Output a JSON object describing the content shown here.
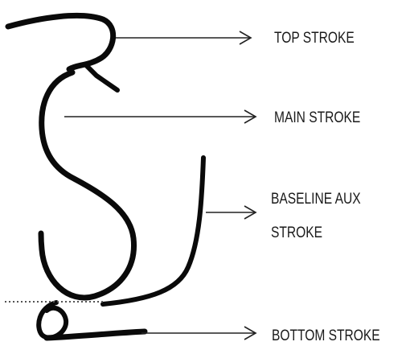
{
  "labels": {
    "top": "TOP STROKE",
    "main": "MAIN STROKE",
    "baseline_line1": "BASELINE AUX",
    "baseline_line2": "STROKE",
    "bottom": "BOTTOM STROKE"
  },
  "colors": {
    "ink": "#0a0a0a",
    "arrow": "#222222",
    "label": "#1a1a1a",
    "baseline": "#555555"
  }
}
